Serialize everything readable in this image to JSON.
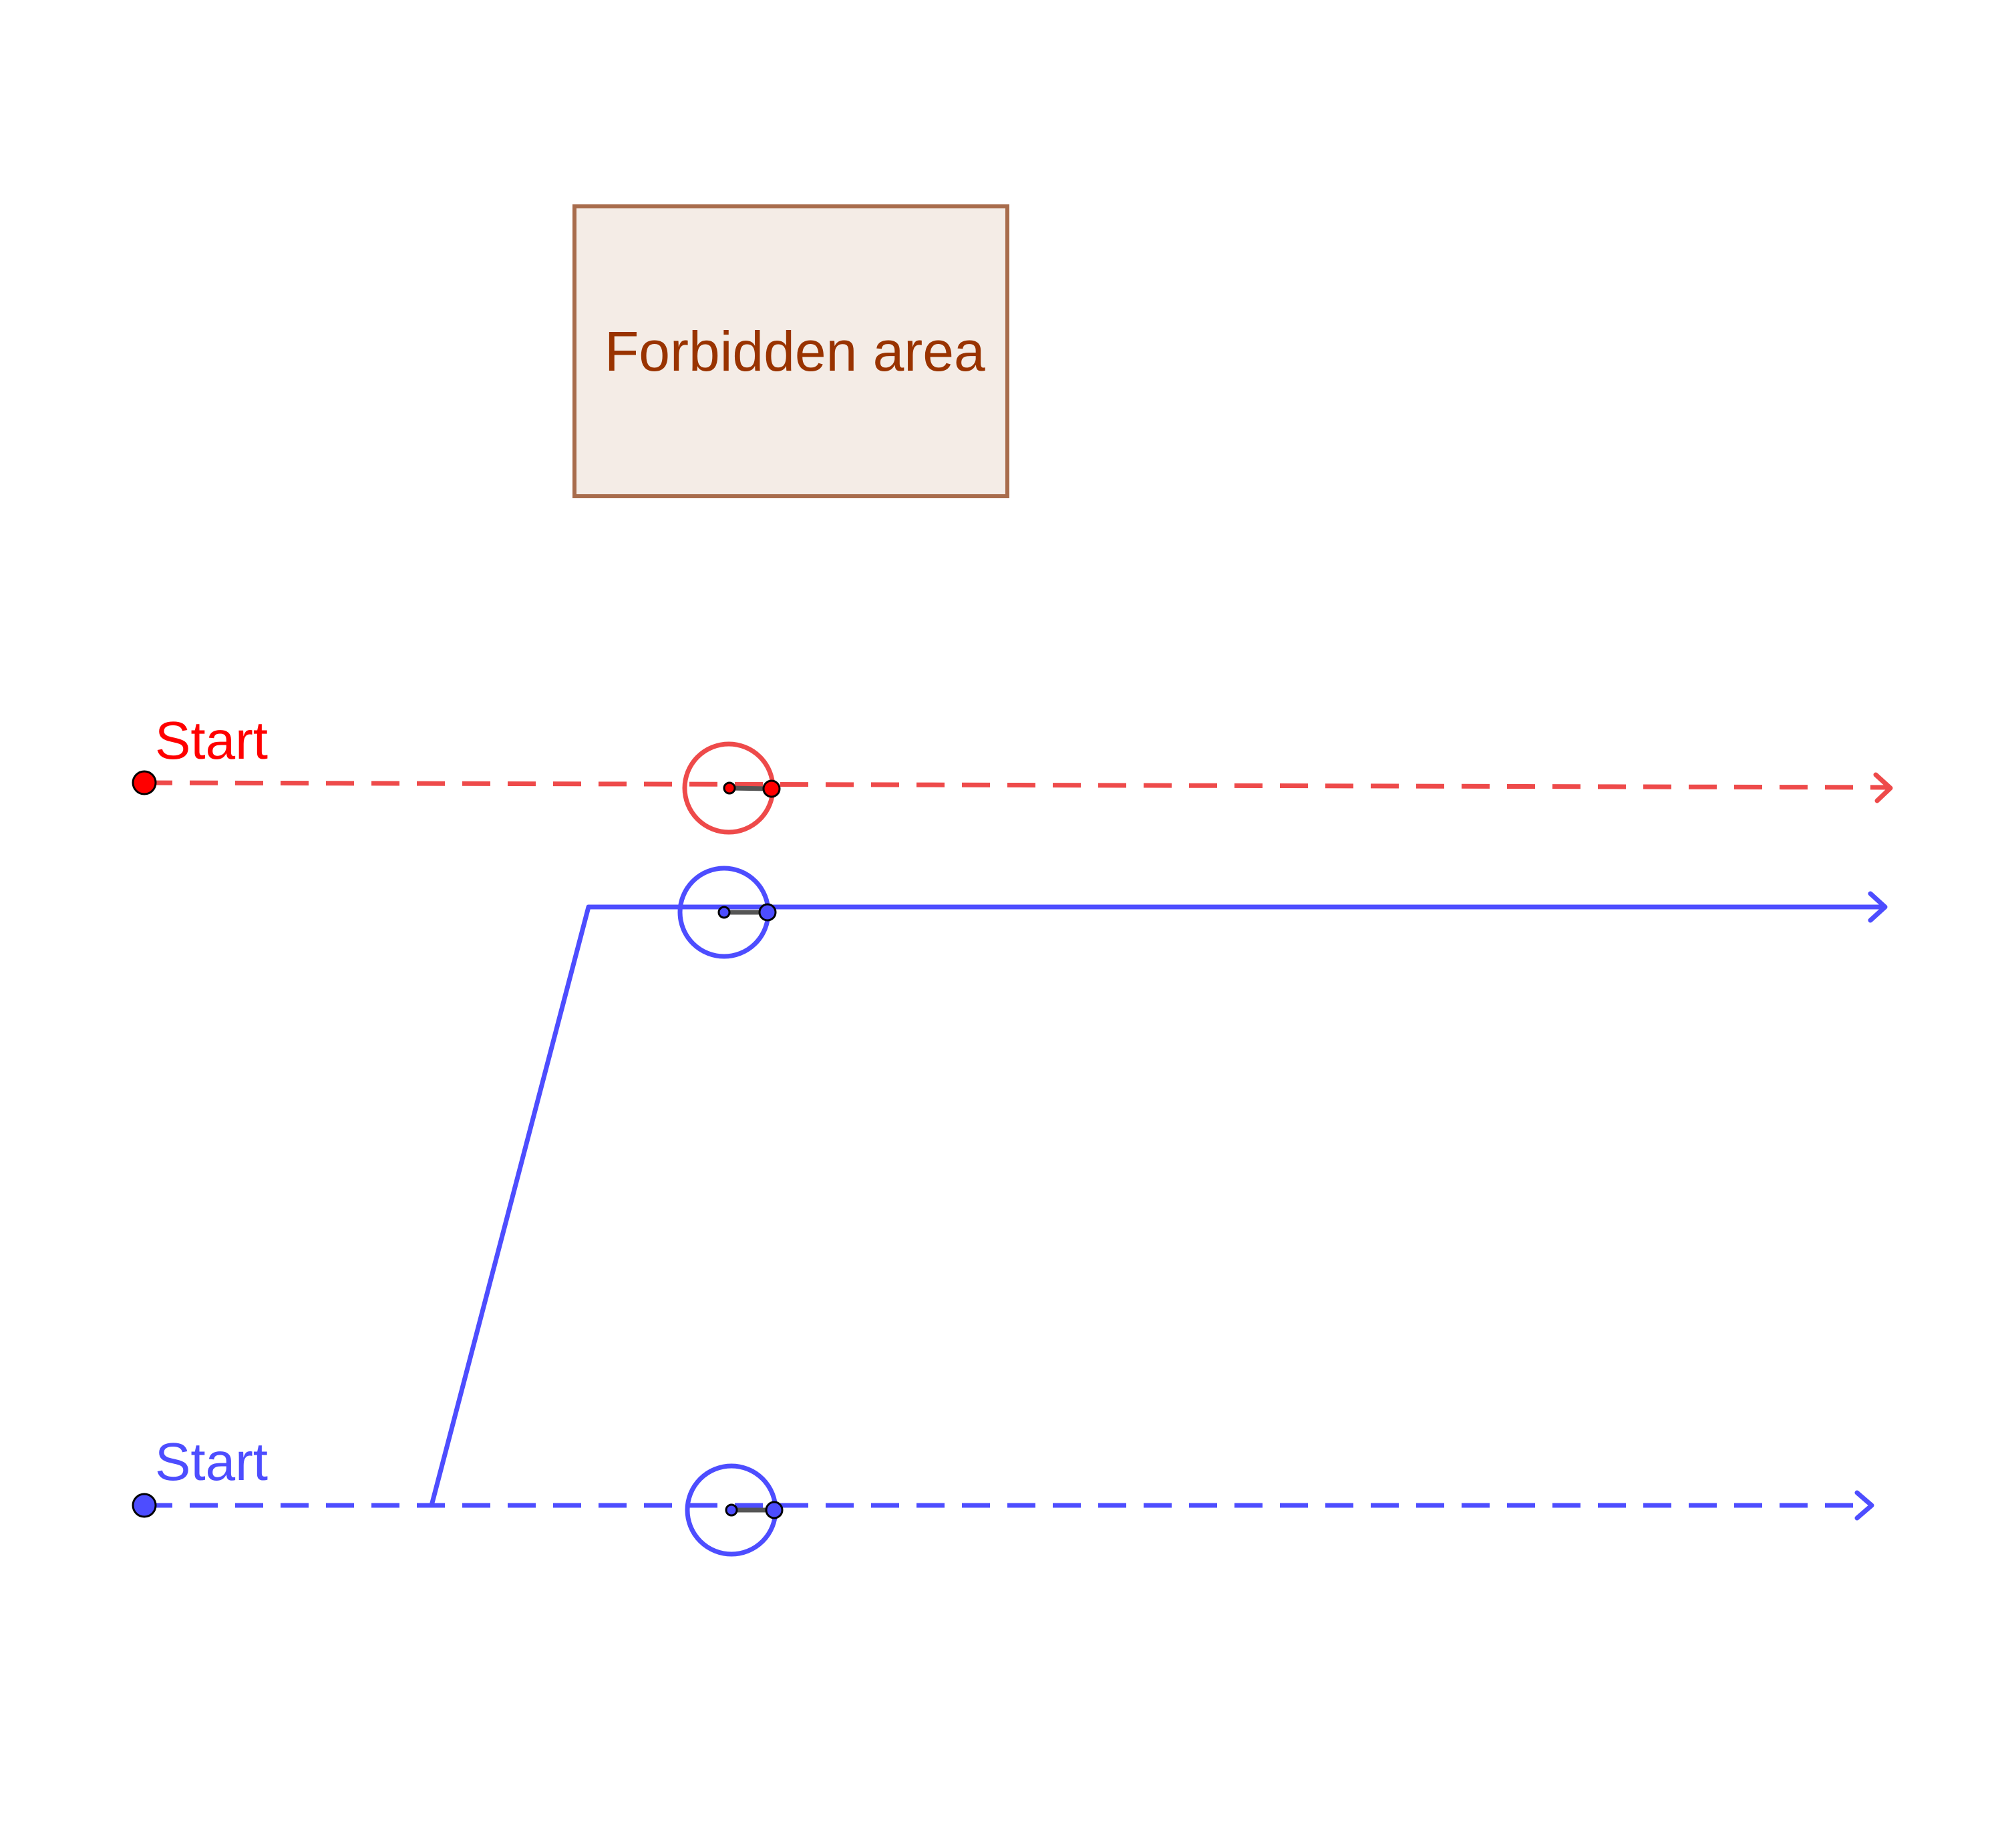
{
  "forbidden_area": {
    "label": "Forbidden area",
    "fill": "#f4ece6",
    "stroke": "#a86c4c",
    "text_color": "#993300"
  },
  "red_path": {
    "start_label": "Start",
    "color": "#ee4a4a",
    "point_color": "#ff0000",
    "label_color": "#ff0000",
    "style": "dashed"
  },
  "blue_path": {
    "start_label": "Start",
    "color": "#4d4dff",
    "point_color": "#4d4dff",
    "label_color": "#4d4dff",
    "style": "dashed"
  },
  "blue_detour": {
    "color": "#4d4dff",
    "style": "solid"
  }
}
